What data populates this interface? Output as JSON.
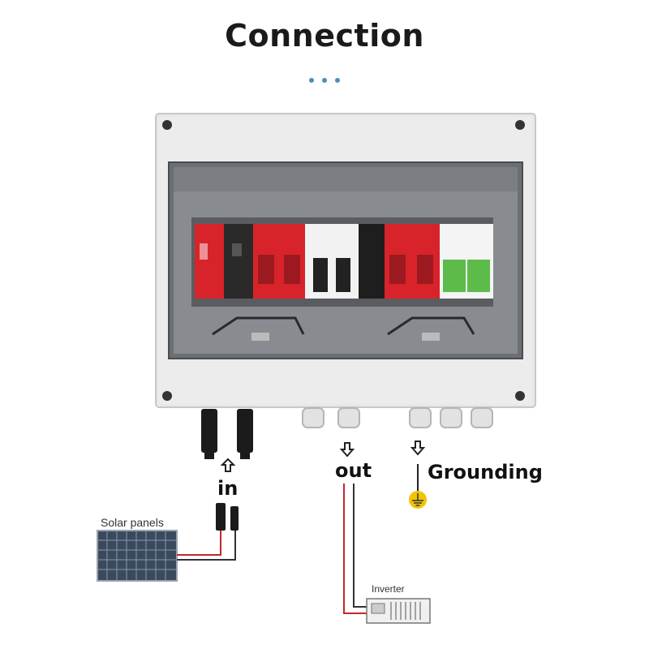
{
  "title": "Connection",
  "labels": {
    "in": "in",
    "out": "out",
    "grounding": "Grounding",
    "solar_panels": "Solar panels",
    "inverter": "Inverter"
  },
  "colors": {
    "accent_dots": "#4a90b8",
    "breaker_red": "#d8232a",
    "breaker_green": "#5dbb4a",
    "ground_yellow": "#f2c400",
    "wire_red": "#c0282d"
  },
  "icons": [
    "arrow-up-icon",
    "arrow-down-icon",
    "ground-symbol-icon"
  ]
}
